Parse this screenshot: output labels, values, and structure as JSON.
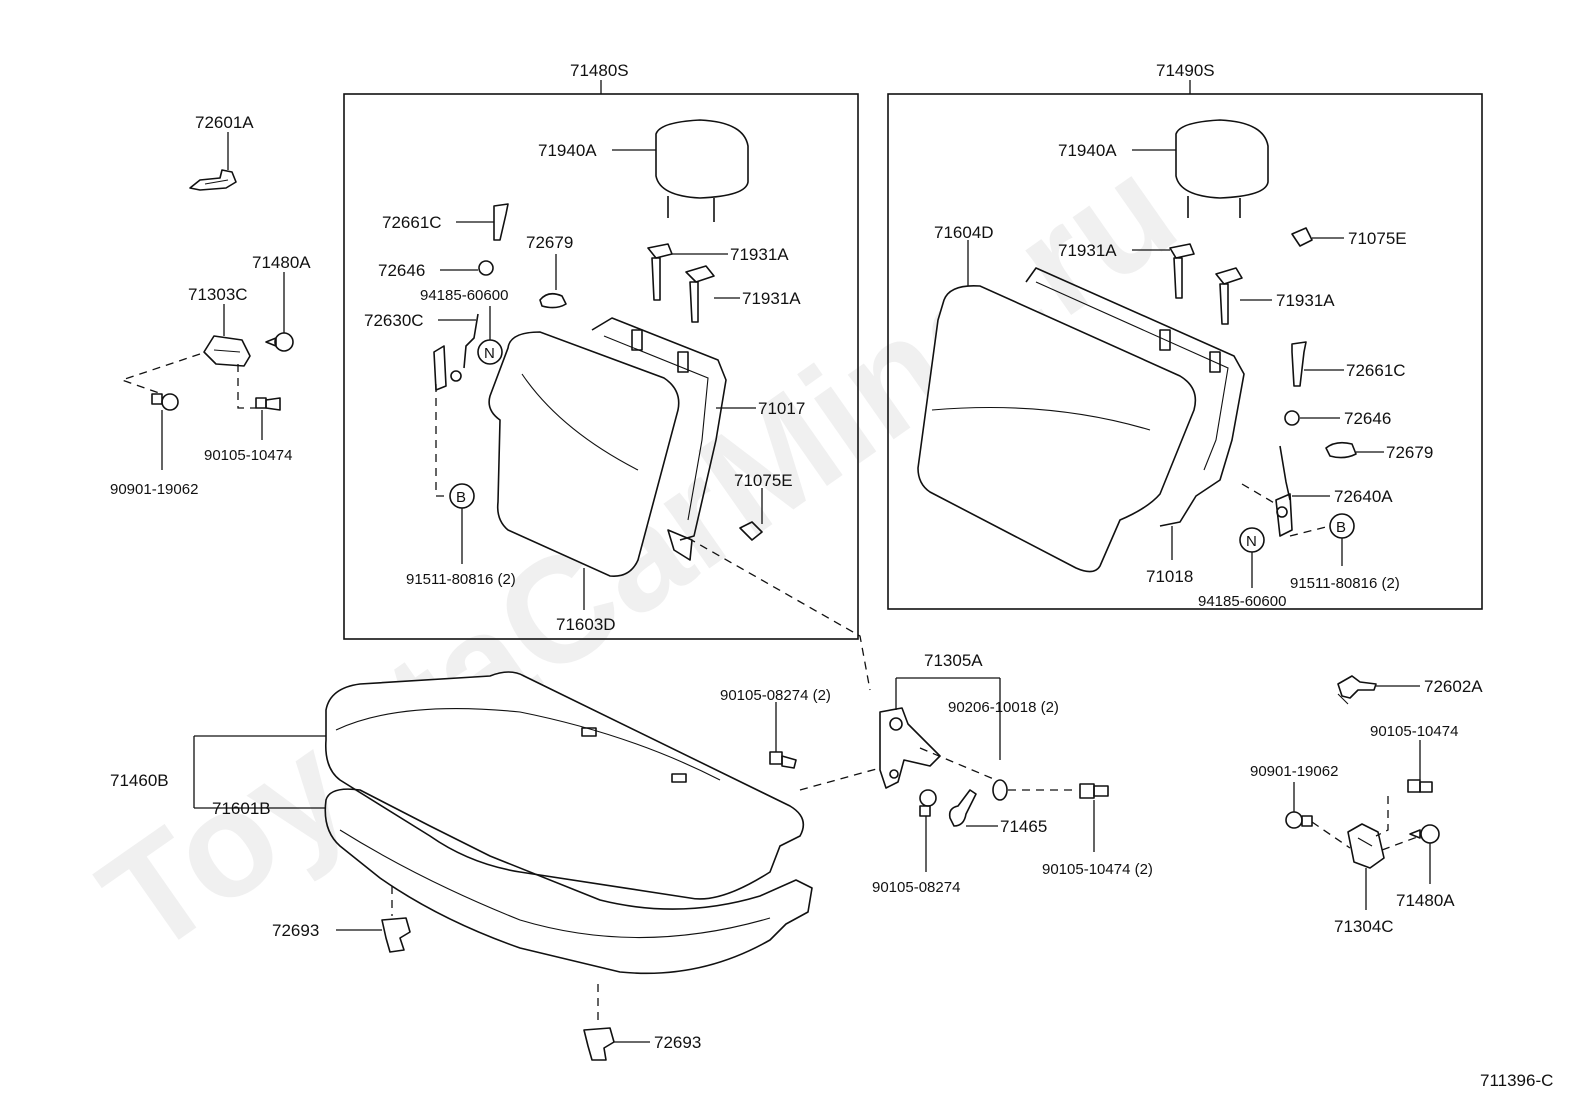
{
  "watermark": "ToyotaCarMine.ru",
  "drawing_code": "711396-C",
  "assemblies": {
    "left": "71480S",
    "right": "71490S"
  },
  "labels": {
    "p72601A": "72601A",
    "p71480A_l": "71480A",
    "p71303C": "71303C",
    "p90105_10474_l": "90105-10474",
    "p90901_19062_l": "90901-19062",
    "p71940A_l": "71940A",
    "p72661C_l": "72661C",
    "p72679_l": "72679",
    "p71931A_l1": "71931A",
    "p72646_l": "72646",
    "p94185_60600_l": "94185-60600",
    "p71931A_l2": "71931A",
    "p72630C": "72630C",
    "p71017": "71017",
    "p71075E_l": "71075E",
    "p91511_80816_l": "91511-80816 (2)",
    "p71603D": "71603D",
    "p71940A_r": "71940A",
    "p71604D": "71604D",
    "p71075E_r": "71075E",
    "p71931A_r1": "71931A",
    "p71931A_r2": "71931A",
    "p72661C_r": "72661C",
    "p72646_r": "72646",
    "p72679_r": "72679",
    "p72640A": "72640A",
    "p71018": "71018",
    "p91511_80816_r": "91511-80816 (2)",
    "p94185_60600_r": "94185-60600",
    "p71305A": "71305A",
    "p90105_08274_2": "90105-08274 (2)",
    "p90206_10018": "90206-10018 (2)",
    "p71465": "71465",
    "p90105_08274": "90105-08274",
    "p90105_10474_2": "90105-10474 (2)",
    "p71460B": "71460B",
    "p71601B": "71601B",
    "p72693_a": "72693",
    "p72693_b": "72693",
    "p72602A": "72602A",
    "p90105_10474_r": "90105-10474",
    "p90901_19062_r": "90901-19062",
    "p71480A_r": "71480A",
    "p71304C": "71304C"
  },
  "callouts": {
    "n_left": "N",
    "b_left": "B",
    "n_right": "N",
    "b_right": "B"
  }
}
